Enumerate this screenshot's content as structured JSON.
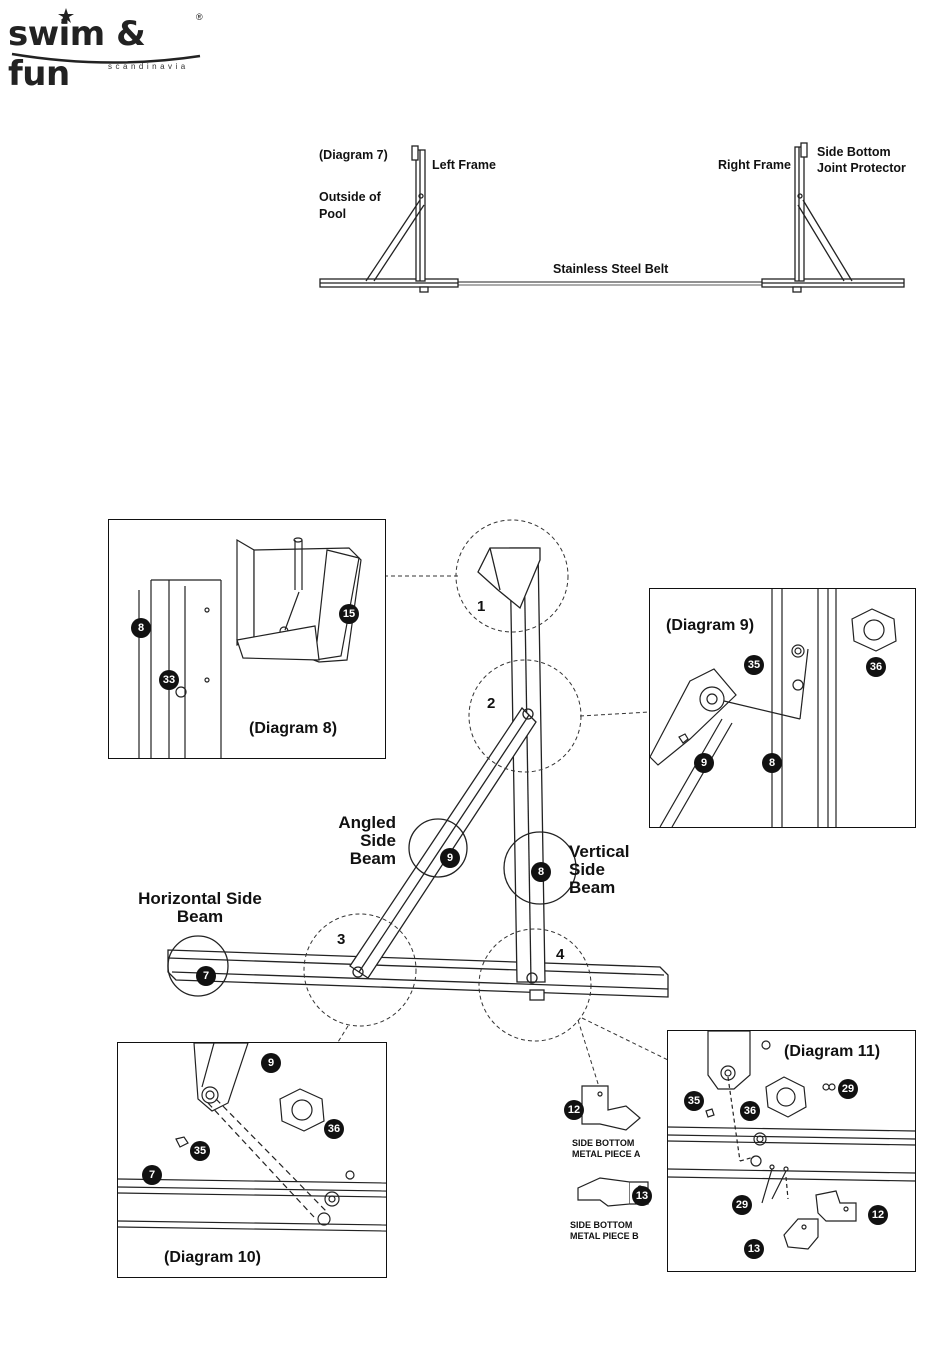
{
  "logo": {
    "brand": "swim & fun",
    "registered": "®",
    "tagline": "scandinavia"
  },
  "diagram7": {
    "title": "(Diagram 7)",
    "left_frame": "Left Frame",
    "right_frame": "Right Frame",
    "outside_line1": "Outside of",
    "outside_line2": "Pool",
    "protector_line1": "Side Bottom",
    "protector_line2": "Joint Protector",
    "belt": "Stainless Steel Belt"
  },
  "main": {
    "angled_line1": "Angled",
    "angled_line2": "Side",
    "angled_line3": "Beam",
    "vertical_line1": "Vertical",
    "vertical_line2": "Side",
    "vertical_line3": "Beam",
    "horizontal_line1": "Horizontal Side",
    "horizontal_line2": "Beam",
    "circle_1": "1",
    "circle_2": "2",
    "circle_3": "3",
    "circle_4": "4",
    "part_9": "9",
    "part_8": "8",
    "part_7": "7"
  },
  "diagram8": {
    "title": "(Diagram 8)",
    "p8": "8",
    "p15": "15",
    "p33": "33"
  },
  "diagram9": {
    "title": "(Diagram 9)",
    "p35": "35",
    "p36": "36",
    "p9": "9",
    "p8": "8"
  },
  "diagram10": {
    "title": "(Diagram 10)",
    "p9": "9",
    "p36": "36",
    "p35": "35",
    "p7": "7"
  },
  "diagram11": {
    "title": "(Diagram 11)",
    "p35": "35",
    "p36": "36",
    "p29a": "29",
    "p29b": "29",
    "p12": "12",
    "p13": "13"
  },
  "metal_pieces": {
    "a_badge": "12",
    "a_line1": "SIDE BOTTOM",
    "a_line2": "METAL PIECE A",
    "b_badge": "13",
    "b_line1": "SIDE BOTTOM",
    "b_line2": "METAL PIECE B"
  }
}
